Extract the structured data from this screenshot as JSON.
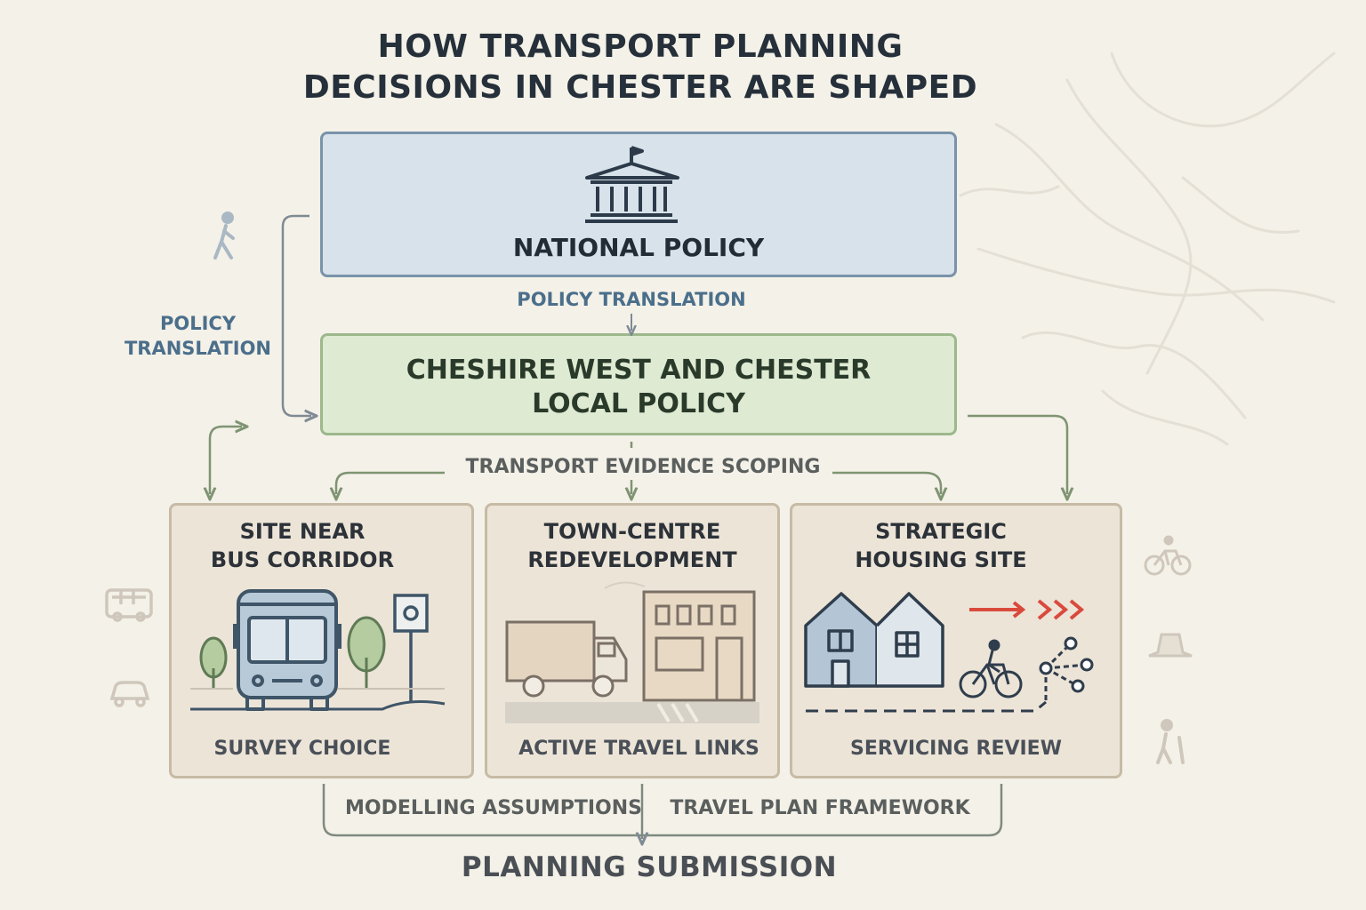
{
  "title": {
    "line1": "HOW TRANSPORT PLANNING",
    "line2": "DECISIONS IN CHESTER ARE SHAPED"
  },
  "national": {
    "label": "NATIONAL POLICY",
    "icon": "government-building-icon"
  },
  "translation_center": "POLICY TRANSLATION",
  "translation_side": {
    "line1": "POLICY",
    "line2": "TRANSLATION"
  },
  "local": {
    "line1": "CHESHIRE WEST AND CHESTER",
    "line2": "LOCAL POLICY"
  },
  "scoping": "TRANSPORT EVIDENCE SCOPING",
  "cards": [
    {
      "title1": "SITE NEAR",
      "title2": "BUS CORRIDOR",
      "footer": "SURVEY CHOICE",
      "icon": "bus-icon"
    },
    {
      "title1": "TOWN-CENTRE",
      "title2": "REDEVELOPMENT",
      "footer": "ACTIVE TRAVEL LINKS",
      "icon": "delivery-truck-icon"
    },
    {
      "title1": "STRATEGIC",
      "title2": "HOUSING SITE",
      "footer": "SERVICING REVIEW",
      "icon": "houses-icon"
    }
  ],
  "bottom_left": "MODELLING ASSUMPTIONS",
  "bottom_right": "TRAVEL PLAN FRAMEWORK",
  "submission": "PLANNING SUBMISSION",
  "side_icons": [
    "walking-person-icon",
    "minibus-icon",
    "car-icon",
    "bicycle-icon",
    "street-sign-icon",
    "hiker-icon"
  ],
  "colors": {
    "national_fill": "#d7e2ea",
    "local_fill": "#deead2",
    "card_fill": "#ece4d7",
    "arrow_green": "#7f9472",
    "arrow_red": "#d94a3c",
    "text_blue": "#4b6f8b"
  }
}
